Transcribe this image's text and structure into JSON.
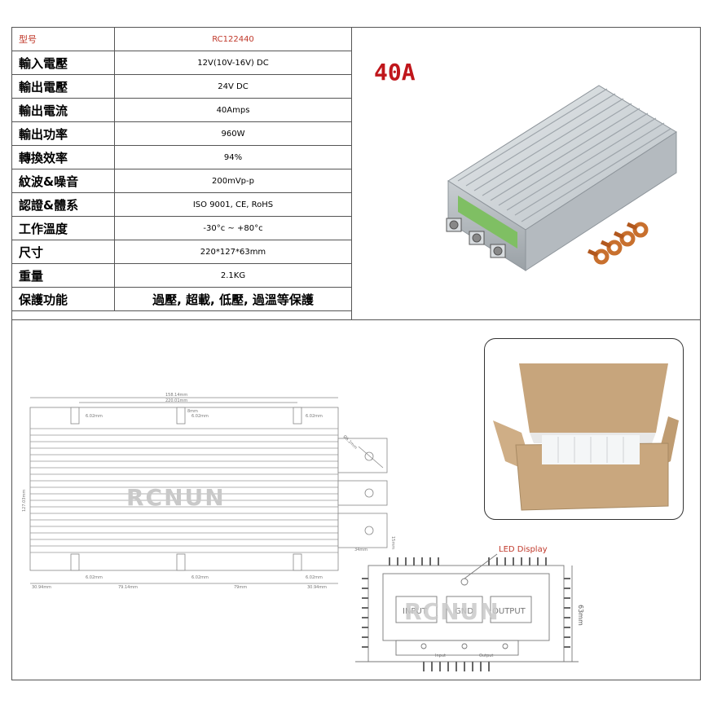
{
  "specs": [
    {
      "key": "型号",
      "value": "RC122440"
    },
    {
      "key": "輸入電壓",
      "value": "12V(10V-16V) DC"
    },
    {
      "key": "輸出電壓",
      "value": "24V DC"
    },
    {
      "key": "輸出電流",
      "value": "40Amps"
    },
    {
      "key": "輸出功率",
      "value": "960W"
    },
    {
      "key": "轉換效率",
      "value": "94%"
    },
    {
      "key": "紋波&噪音",
      "value": "200mVp-p"
    },
    {
      "key": "認證&體系",
      "value": "ISO 9001, CE, RoHS"
    },
    {
      "key": "工作溫度",
      "value": "-30°c ~ +80°c"
    },
    {
      "key": "尺寸",
      "value": "220*127*63mm"
    },
    {
      "key": "重量",
      "value": "2.1KG"
    },
    {
      "key": "保護功能",
      "value": "過壓, 超載, 低壓, 過溫等保護"
    }
  ],
  "product": {
    "current_label": "40A"
  },
  "drawing_top": {
    "dim_overall_inner": "158.14mm",
    "dim_overall": "220.01mm",
    "dim_slot_width": "8mm",
    "dim_slot_a": "6.02mm",
    "dim_slot_b": "6.02mm",
    "dim_slot_c": "6.02mm",
    "dim_slot_d": "6.02mm",
    "dim_slot_e": "6.02mm",
    "dim_slot_f": "6.02mm",
    "dim_bottom_1": "30.94mm",
    "dim_bottom_2": "79.14mm",
    "dim_bottom_3": "79mm",
    "dim_bottom_4": "30.94mm",
    "dim_height": "127.03mm",
    "dim_diag": "Ø6.2mm",
    "dim_tab_w": "34mm",
    "dim_tab_h": "15mm",
    "watermark": "RCNUN"
  },
  "drawing_side": {
    "led_label": "LED Display",
    "input_label": "INPUT",
    "gnd_label": "GND",
    "output_label": "OUTPUT",
    "height_label": "63mm",
    "bottom_input": "Input",
    "bottom_output": "Output",
    "watermark": "RCNUN"
  }
}
